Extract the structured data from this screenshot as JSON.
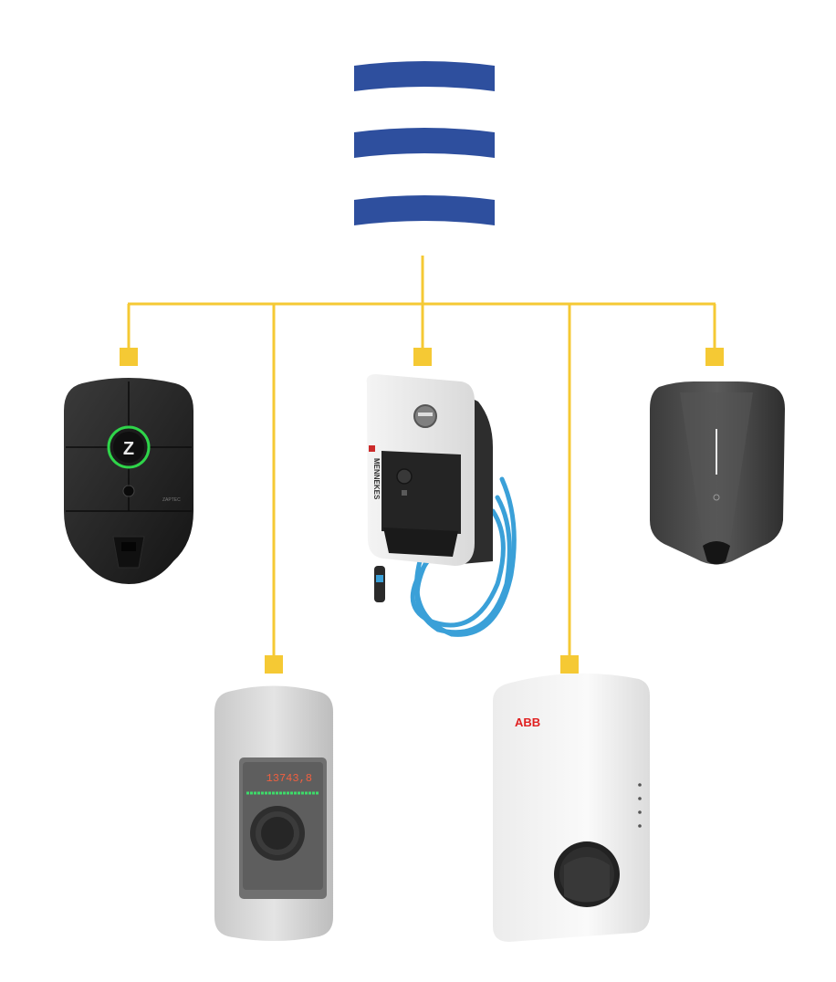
{
  "colors": {
    "background": "#ffffff",
    "connector": "#f5c934",
    "logo_blue": "#2e4f9e"
  },
  "logo": {
    "icon": "three-curved-bars-logo",
    "bars": 3
  },
  "chargers": [
    {
      "id": "zaptec",
      "icon": "black-wallbox-charger",
      "brand_text": "ZAPTEC",
      "center_mark": "Z"
    },
    {
      "id": "keba",
      "icon": "grey-wallbox-with-display",
      "display_value": "13743,8"
    },
    {
      "id": "mennekes",
      "icon": "white-wallbox-with-blue-cable",
      "brand_text": "MENNEKES"
    },
    {
      "id": "abb",
      "icon": "white-abb-wallbox",
      "brand_text": "ABB"
    },
    {
      "id": "easee",
      "icon": "dark-grey-wallbox-charger"
    }
  ]
}
